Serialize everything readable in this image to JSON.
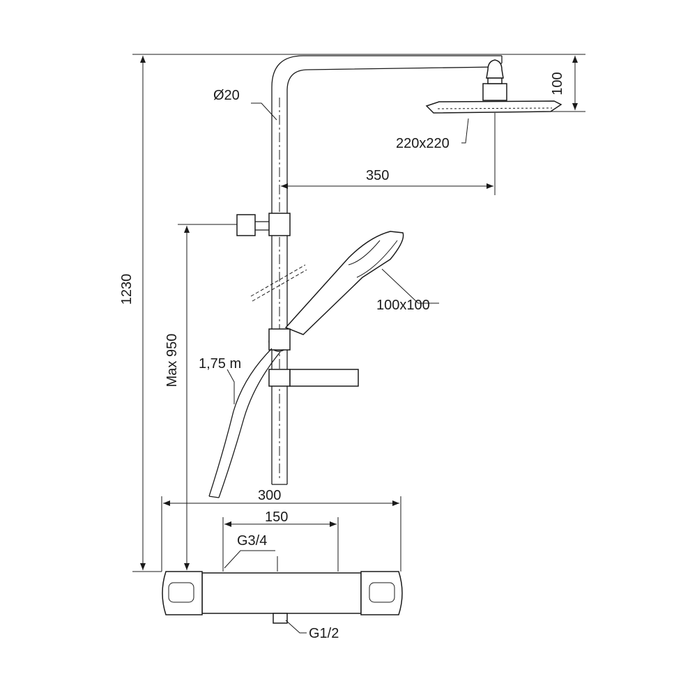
{
  "drawing": {
    "dimensions": {
      "total_height": "1230",
      "pipe_diameter": "Ø20",
      "head_height": "100",
      "head_size": "220x220",
      "arm_reach": "350",
      "hand_shower_size": "100x100",
      "max_bracket_height": "Max 950",
      "hose_length": "1,75 m",
      "body_width": "300",
      "inlet_spacing": "150",
      "inlet_thread": "G3/4",
      "outlet_thread": "G1/2"
    }
  }
}
